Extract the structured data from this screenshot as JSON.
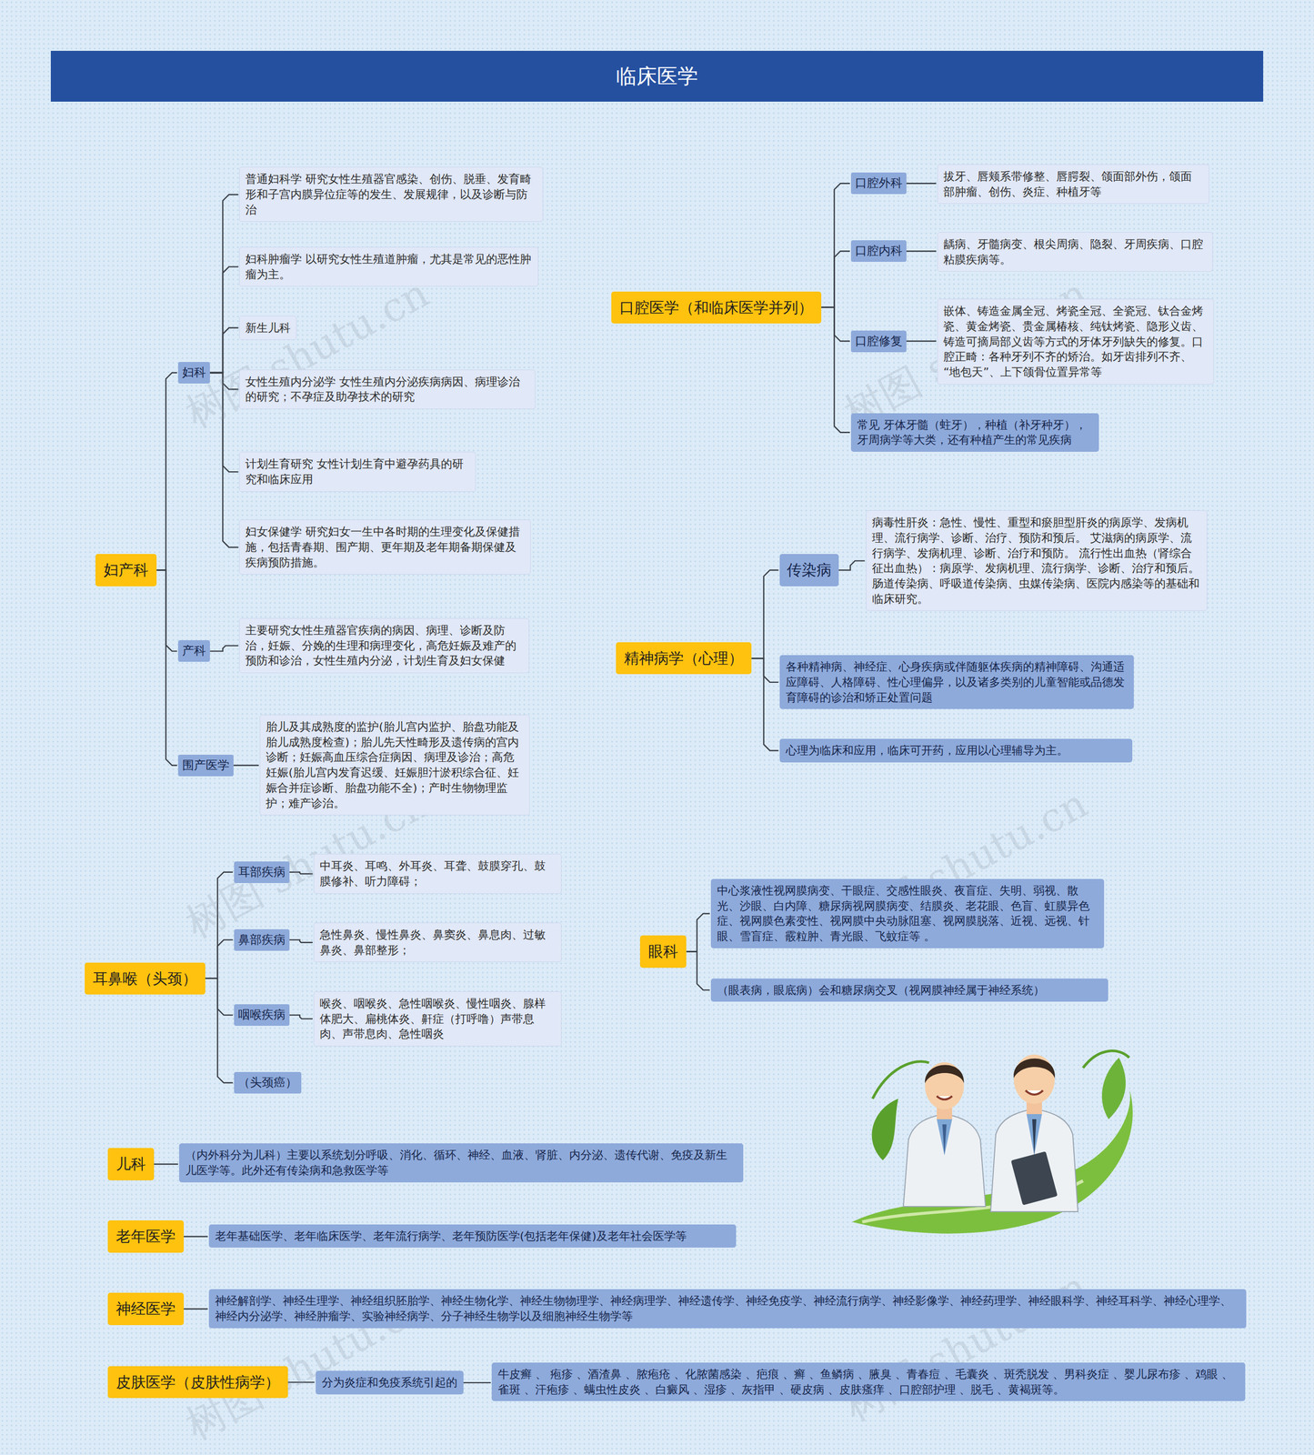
{
  "diagram": {
    "title": "临床医学",
    "nodes": [
      {
        "text": [
          "妇产科"
        ]
      },
      {
        "text": [
          "妇科"
        ]
      },
      {
        "text": [
          "普通妇科学 研究女性生殖器官感染、创伤、脱垂、发育畸形和子宫内膜异位症等的发生、发展规律，以及诊断与防治"
        ]
      },
      {
        "text": [
          "妇科肿瘤学 以研究女性生殖道肿瘤，尤其是常见的恶性肿瘤为主。"
        ]
      },
      {
        "text": [
          "新生儿科"
        ]
      },
      {
        "text": [
          "女性生殖内分泌学 女性生殖内分泌疾病病因、病理诊治的研究；不孕症及助孕技术的研究"
        ]
      },
      {
        "text": [
          "计划生育研究 女性计划生育中避孕药具的研究和临床应用"
        ]
      },
      {
        "text": [
          "妇女保健学 研究妇女一生中各时期的生理变化及保健措施，包括青春期、围产期、更年期及老年期备期保健及疾病预防措施。"
        ]
      },
      {
        "text": [
          "产科"
        ]
      },
      {
        "text": [
          "主要研究女性生殖器官疾病的病因、病理、诊断及防治，妊娠、分娩的生理和病理变化，高危妊娠及难产的预防和诊治，女性生殖内分泌，计划生育及妇女保健"
        ]
      },
      {
        "text": [
          "围产医学"
        ]
      },
      {
        "text": [
          "胎儿及其成熟度的监护(胎儿宫内监护、胎盘功能及胎儿成熟度检查)；胎儿先天性畸形及遗传病的宫内诊断；妊娠高血压综合症病因、病理及诊治；高危妊娠(胎儿宫内发育迟缓、妊娠胆汁淤积综合征、妊娠合并症诊断、胎盘功能不全)；产时生物物理监护；难产诊治。"
        ]
      },
      {
        "text": [
          "耳鼻喉（头颈）"
        ]
      },
      {
        "text": [
          "耳部疾病"
        ]
      },
      {
        "text": [
          "中耳炎、耳鸣、外耳炎、耳聋、鼓膜穿孔、鼓膜修补、听力障碍；"
        ]
      },
      {
        "text": [
          "鼻部疾病"
        ]
      },
      {
        "text": [
          "急性鼻炎、慢性鼻炎、鼻窦炎、鼻息肉、过敏鼻炎、鼻部整形；"
        ]
      },
      {
        "text": [
          "咽喉疾病"
        ]
      },
      {
        "text": [
          "喉炎、咽喉炎、急性咽喉炎、慢性咽炎、腺样体肥大、扁桃体炎、鼾症（打呼噜）声带息肉、声带息肉、急性咽炎"
        ]
      },
      {
        "text": [
          "（头颈癌）"
        ]
      },
      {
        "text": [
          "儿科"
        ]
      },
      {
        "text": [
          "（内外科分为儿科）主要以系统划分呼吸、消化、循环、神经、血液、肾脏、内分泌、遗传代谢、免疫及新生儿医学等。此外还有传染病和急救医学等"
        ]
      },
      {
        "text": [
          "老年医学"
        ]
      },
      {
        "text": [
          "老年基础医学、老年临床医学、老年流行病学、老年预防医学(包括老年保健)及老年社会医学等"
        ]
      },
      {
        "text": [
          "神经医学"
        ]
      },
      {
        "text": [
          "神经解剖学、神经生理学、神经组织胚胎学、神经生物化学、神经生物物理学、神经病理学、神经遗传学、神经免疫学、神经流行病学、神经影像学、神经药理学、神经眼科学、神经耳科学、神经心理学、神经内分泌学、神经肿瘤学、实验神经病学、分子神经生物学以及细胞神经生物学等"
        ]
      },
      {
        "text": [
          "皮肤医学（皮肤性病学）"
        ]
      },
      {
        "text": [
          "分为炎症和免疫系统引起的"
        ]
      },
      {
        "text": [
          "牛皮癣 、 疱疹 、酒渣鼻 、脓疱疮 、化脓菌感染 、疤痕 、癣 、鱼鳞病 、腋臭 、青春痘 、毛囊炎 、斑秃脱发 、男科炎症 、婴儿尿布疹 、鸡眼 、雀斑 、汗疱疹 、螨虫性皮炎 、白癜风 、湿疹 、灰指甲 、硬皮病 、皮肤瘙痒 、口腔部护理 、脱毛 、黄褐斑等。"
        ]
      },
      {
        "text": [
          "口腔医学（和临床医学并列）"
        ]
      },
      {
        "text": [
          "口腔外科"
        ]
      },
      {
        "text": [
          "拔牙、唇颊系带修整、唇腭裂、颌面部外伤，颌面部肿瘤、创伤、炎症、种植牙等"
        ]
      },
      {
        "text": [
          "口腔内科"
        ]
      },
      {
        "text": [
          "龋病、牙髓病变、根尖周病、隐裂、牙周疾病、口腔粘膜疾病等。"
        ]
      },
      {
        "text": [
          "口腔修复"
        ]
      },
      {
        "text": [
          "嵌体、铸造金属全冠、烤瓷全冠、全瓷冠、钛合金烤瓷、黄金烤瓷、贵金属椿核、纯钛烤瓷、隐形义齿、铸造可摘局部义齿等方式的牙体牙列缺失的修复。口腔正畸：各种牙列不齐的矫治。如牙齿排列不齐、 “地包天”、上下颌骨位置异常等"
        ]
      },
      {
        "text": [
          "常见 牙体牙髓（蛀牙），种植（补牙种牙），牙周病学等大类，还有种植产生的常见疾病"
        ]
      },
      {
        "text": [
          "精神病学（心理）"
        ]
      },
      {
        "text": [
          "传染病"
        ]
      },
      {
        "text": [
          "病毒性肝炎：急性、慢性、重型和瘀胆型肝炎的病原学、发病机理、流行病学、诊断、治疗、预防和预后。 艾滋病的病原学、流行病学、发病机理、诊断、治疗和预防。 流行性出血热（肾综合征出血热）：病原学、发病机理、流行病学、诊断、治疗和预后。 肠道传染病、呼吸道传染病、虫媒传染病、医院内感染等的基础和临床研究。"
        ]
      },
      {
        "text": [
          "各种精神病、神经症、心身疾病或伴随躯体疾病的精神障碍、沟通适应障碍、人格障碍、性心理偏异，以及诸多类别的儿童智能或品德发育障碍的诊治和矫正处置问题"
        ]
      },
      {
        "text": [
          "心理为临床和应用，临床可开药，应用以心理辅导为主。"
        ]
      },
      {
        "text": [
          "眼科"
        ]
      },
      {
        "text": [
          "中心浆液性视网膜病变、干眼症、交感性眼炎、夜盲症、失明、弱视、散光、沙眼、白内障、糖尿病视网膜病变、结膜炎、老花眼、色盲、虹膜异色症、视网膜色素变性、视网膜中央动脉阻塞、视网膜脱落、近视、远视、针眼、雪盲症、霰粒肿、青光眼、飞蚊症等 。"
        ]
      },
      {
        "text": [
          "（眼表病，眼底病）会和糖尿病交叉（视网膜神经属于神经系统）"
        ]
      }
    ],
    "edges": [
      {
        "from": 0,
        "to": 1,
        "arrow": "none"
      },
      {
        "from": 0,
        "to": 8,
        "arrow": "none"
      },
      {
        "from": 0,
        "to": 10,
        "arrow": "none"
      },
      {
        "from": 1,
        "to": 2,
        "arrow": "none"
      },
      {
        "from": 1,
        "to": 3,
        "arrow": "none"
      },
      {
        "from": 1,
        "to": 4,
        "arrow": "none"
      },
      {
        "from": 1,
        "to": 5,
        "arrow": "none"
      },
      {
        "from": 1,
        "to": 6,
        "arrow": "none"
      },
      {
        "from": 1,
        "to": 7,
        "arrow": "none"
      },
      {
        "from": 8,
        "to": 9,
        "arrow": "none"
      },
      {
        "from": 10,
        "to": 11,
        "arrow": "none"
      },
      {
        "from": 12,
        "to": 13,
        "arrow": "none"
      },
      {
        "from": 12,
        "to": 15,
        "arrow": "none"
      },
      {
        "from": 12,
        "to": 17,
        "arrow": "none"
      },
      {
        "from": 12,
        "to": 19,
        "arrow": "none"
      },
      {
        "from": 13,
        "to": 14,
        "arrow": "none"
      },
      {
        "from": 15,
        "to": 16,
        "arrow": "none"
      },
      {
        "from": 17,
        "to": 18,
        "arrow": "none"
      },
      {
        "from": 20,
        "to": 21,
        "arrow": "none"
      },
      {
        "from": 22,
        "to": 23,
        "arrow": "none"
      },
      {
        "from": 24,
        "to": 25,
        "arrow": "none"
      },
      {
        "from": 26,
        "to": 27,
        "arrow": "none"
      },
      {
        "from": 27,
        "to": 28,
        "arrow": "none"
      },
      {
        "from": 29,
        "to": 30,
        "arrow": "none"
      },
      {
        "from": 29,
        "to": 32,
        "arrow": "none"
      },
      {
        "from": 29,
        "to": 34,
        "arrow": "none"
      },
      {
        "from": 29,
        "to": 36,
        "arrow": "none"
      },
      {
        "from": 30,
        "to": 31,
        "arrow": "none"
      },
      {
        "from": 32,
        "to": 33,
        "arrow": "none"
      },
      {
        "from": 34,
        "to": 35,
        "arrow": "none"
      },
      {
        "from": 37,
        "to": 38,
        "arrow": "none"
      },
      {
        "from": 37,
        "to": 40,
        "arrow": "none"
      },
      {
        "from": 37,
        "to": 41,
        "arrow": "none"
      },
      {
        "from": 38,
        "to": 39,
        "arrow": "none"
      },
      {
        "from": 42,
        "to": 43,
        "arrow": "none"
      },
      {
        "from": 42,
        "to": 44,
        "arrow": "none"
      }
    ],
    "labels": [
      "树图 shutu.cn",
      "树图 shutu.cn",
      "树图 shutu.cn",
      "树图 shutu.cn",
      "树图 shutu.cn",
      "树图 shutu.cn"
    ]
  }
}
